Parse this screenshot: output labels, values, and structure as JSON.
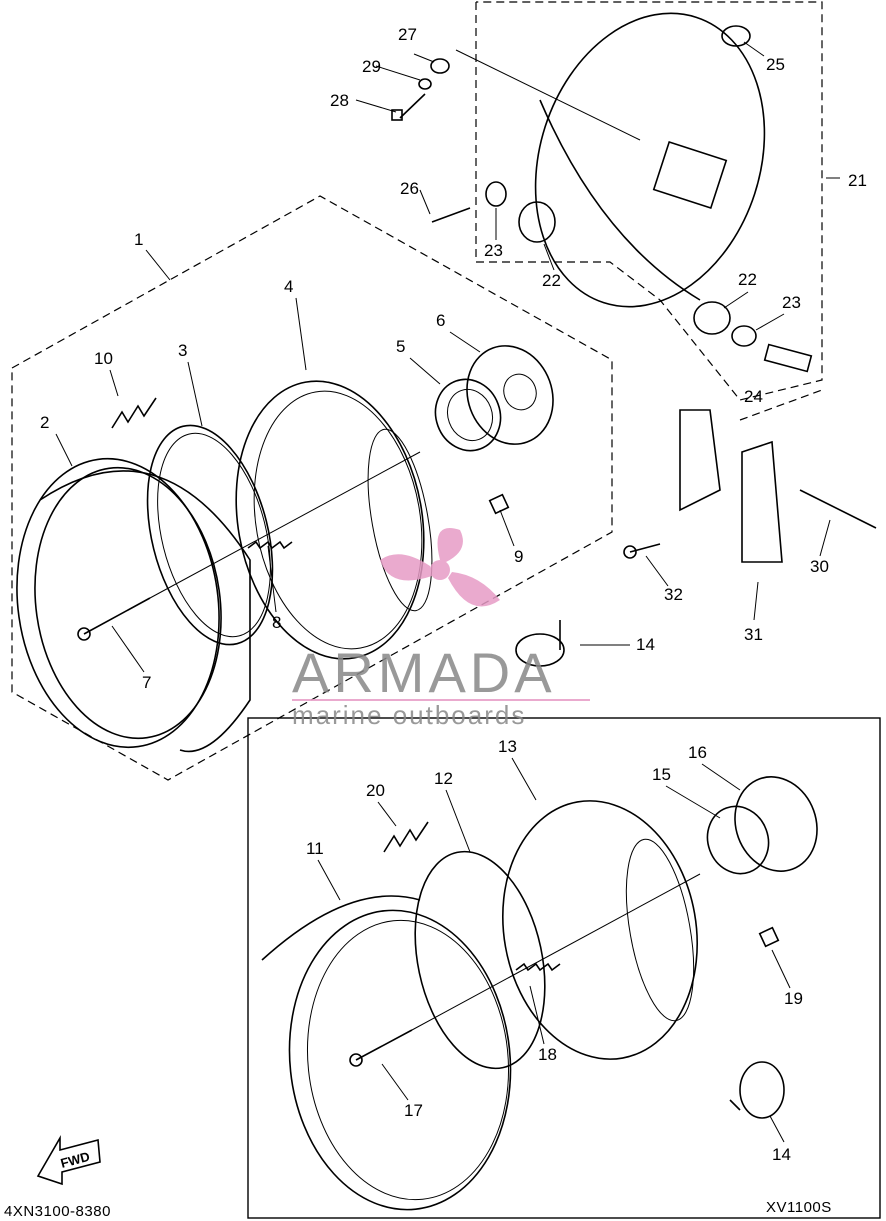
{
  "diagram": {
    "group_code": "4XN3100-8380",
    "model": "XV1100S",
    "fwd_label": "FWD",
    "callouts": {
      "c1": "1",
      "c2": "2",
      "c3": "3",
      "c4": "4",
      "c5": "5",
      "c6": "6",
      "c7": "7",
      "c8": "8",
      "c9": "9",
      "c10": "10",
      "c11": "11",
      "c12": "12",
      "c13": "13",
      "c14a": "14",
      "c14b": "14",
      "c15": "15",
      "c16": "16",
      "c17": "17",
      "c18": "18",
      "c19": "19",
      "c20": "20",
      "c21": "21",
      "c22a": "22",
      "c22b": "22",
      "c23a": "23",
      "c23b": "23",
      "c24": "24",
      "c25": "25",
      "c26": "26",
      "c27": "27",
      "c28": "28",
      "c29": "29",
      "c30": "30",
      "c31": "31",
      "c32": "32"
    }
  },
  "watermark": {
    "brand": "ARMADA",
    "tagline": "marine outboards",
    "color": "#e79cc6"
  }
}
